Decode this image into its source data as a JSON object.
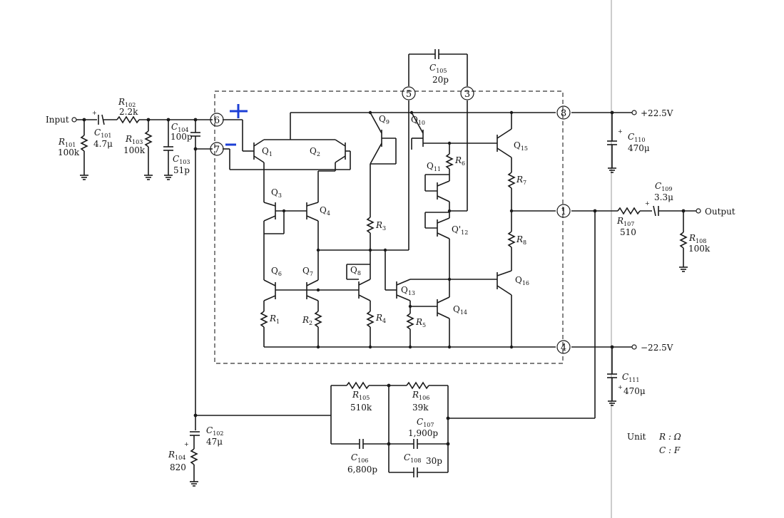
{
  "labels": {
    "input": "Input",
    "output": "Output",
    "vplus": "+22.5V",
    "vminus": "−22.5V",
    "unit_title": "Unit",
    "unit_r": "R : Ω",
    "unit_c": "C : F",
    "polarity_plus": "+",
    "polarity_minus": "−"
  },
  "pins": [
    "6",
    "7",
    "5",
    "3",
    "8",
    "1",
    "4"
  ],
  "components": {
    "R101": {
      "name": "R",
      "sub": "101",
      "value": "100k"
    },
    "C101": {
      "name": "C",
      "sub": "101",
      "value": "4.7μ"
    },
    "R102": {
      "name": "R",
      "sub": "102",
      "value": "2.2k"
    },
    "R103": {
      "name": "R",
      "sub": "103",
      "value": "100k"
    },
    "C104": {
      "name": "C",
      "sub": "104",
      "value": "100p"
    },
    "C103": {
      "name": "C",
      "sub": "103",
      "value": "51p"
    },
    "C105": {
      "name": "C",
      "sub": "105",
      "value": "20p"
    },
    "C110": {
      "name": "C",
      "sub": "110",
      "value": "470μ"
    },
    "C109": {
      "name": "C",
      "sub": "109",
      "value": "3.3μ"
    },
    "R107": {
      "name": "R",
      "sub": "107",
      "value": "510"
    },
    "R108": {
      "name": "R",
      "sub": "108",
      "value": "100k"
    },
    "C111": {
      "name": "C",
      "sub": "111",
      "value": "470μ"
    },
    "R105": {
      "name": "R",
      "sub": "105",
      "value": "510k"
    },
    "R106": {
      "name": "R",
      "sub": "106",
      "value": "39k"
    },
    "C107": {
      "name": "C",
      "sub": "107",
      "value": "1,900p"
    },
    "C106": {
      "name": "C",
      "sub": "106",
      "value": "6,800p"
    },
    "C108": {
      "name": "C",
      "sub": "108",
      "value": "30p"
    },
    "C102": {
      "name": "C",
      "sub": "102",
      "value": "47μ"
    },
    "R104": {
      "name": "R",
      "sub": "104",
      "value": "820"
    }
  },
  "internal": {
    "Q1": {
      "name": "Q",
      "sub": "1"
    },
    "Q2": {
      "name": "Q",
      "sub": "2"
    },
    "Q3": {
      "name": "Q",
      "sub": "3"
    },
    "Q4": {
      "name": "Q",
      "sub": "4"
    },
    "Q6": {
      "name": "Q",
      "sub": "6"
    },
    "Q7": {
      "name": "Q",
      "sub": "7"
    },
    "Q8": {
      "name": "Q",
      "sub": "8"
    },
    "Q9": {
      "name": "Q",
      "sub": "9"
    },
    "Q10": {
      "name": "Q",
      "sub": "10"
    },
    "Q11": {
      "name": "Q",
      "sub": "11"
    },
    "Q12": {
      "name": "Q'",
      "sub": "12"
    },
    "Q13": {
      "name": "Q",
      "sub": "13"
    },
    "Q14": {
      "name": "Q",
      "sub": "14"
    },
    "Q15": {
      "name": "Q",
      "sub": "15"
    },
    "Q16": {
      "name": "Q",
      "sub": "16"
    },
    "R1": {
      "name": "R",
      "sub": "1"
    },
    "R2": {
      "name": "R",
      "sub": "2"
    },
    "R3": {
      "name": "R",
      "sub": "3"
    },
    "R4": {
      "name": "R",
      "sub": "4"
    },
    "R5": {
      "name": "R",
      "sub": "5"
    },
    "R6": {
      "name": "R",
      "sub": "6"
    },
    "R7": {
      "name": "R",
      "sub": "7"
    },
    "R8": {
      "name": "R",
      "sub": "8"
    }
  }
}
